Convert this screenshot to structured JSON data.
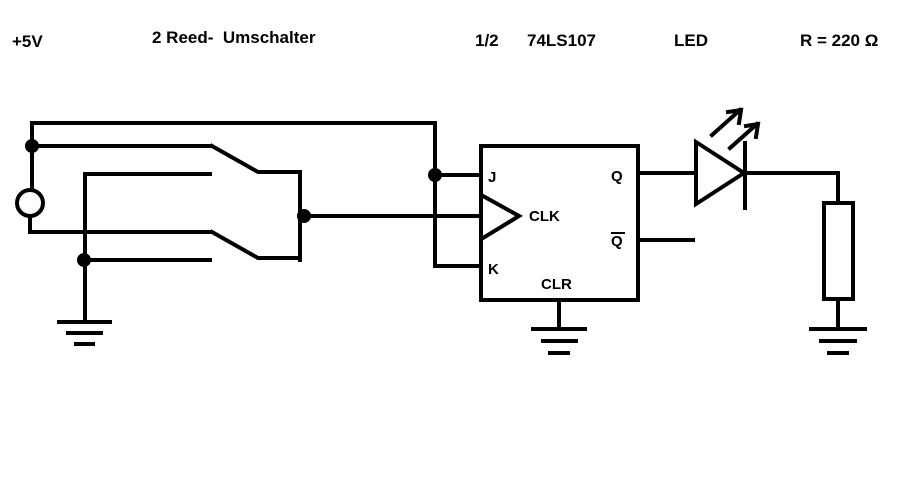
{
  "header": {
    "supply": "+5V",
    "switches": "2 Reed-  Umschalter",
    "ic_fraction": "1/2",
    "ic_part": "74LS107",
    "led": "LED",
    "resistor": "R = 220 Ω"
  },
  "flipflop": {
    "pin_j": "J",
    "pin_k": "K",
    "pin_clk": "CLK",
    "pin_q": "Q",
    "pin_qbar": "Q",
    "pin_clr": "CLR"
  },
  "colors": {
    "line": "#000000",
    "background": "#ffffff"
  },
  "icons": [
    "ac-source-icon",
    "reed-switch-icon",
    "flip-flop-icon",
    "led-icon",
    "resistor-icon",
    "ground-icon"
  ]
}
